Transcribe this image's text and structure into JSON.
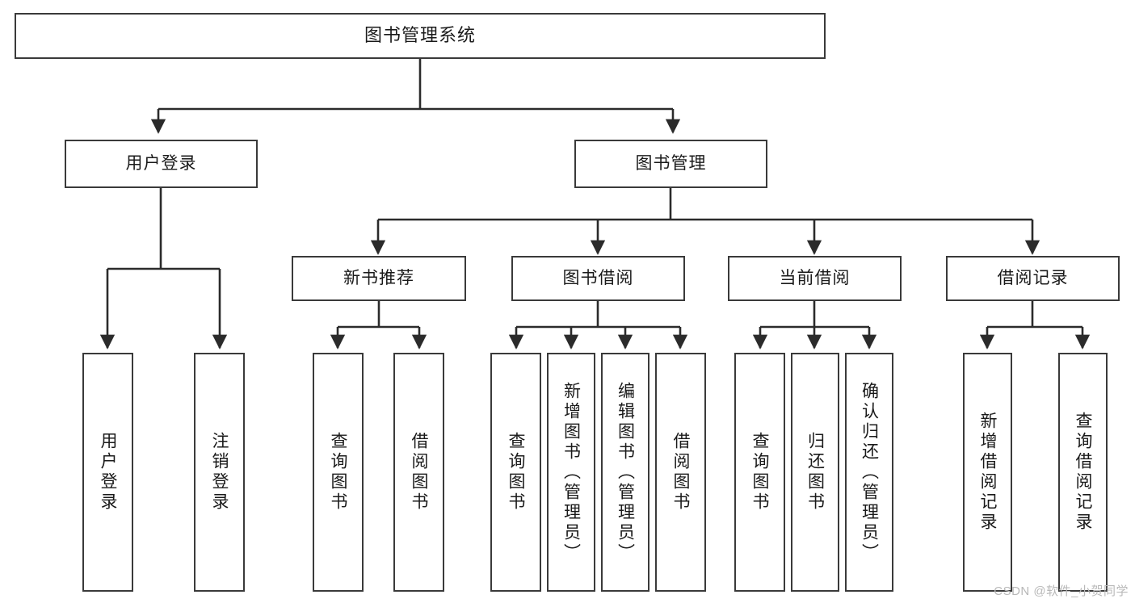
{
  "diagram": {
    "title": "图书管理系统",
    "type": "tree-hierarchy-chart",
    "watermark": "CSDN @软件_小贺同学",
    "colors": {
      "box_stroke": "#3a3a3a",
      "box_fill": "#ffffff",
      "connector": "#2b2b2b",
      "text": "#1a1a1a",
      "watermark": "#b8b8b8",
      "background": "#ffffff"
    },
    "levels": {
      "root": {
        "label": "图书管理系统"
      },
      "level2": [
        {
          "label": "用户登录"
        },
        {
          "label": "图书管理"
        }
      ],
      "level3": [
        {
          "label": "新书推荐"
        },
        {
          "label": "图书借阅"
        },
        {
          "label": "当前借阅"
        },
        {
          "label": "借阅记录"
        }
      ],
      "leaves": {
        "user_login": [
          {
            "label": "用户登录"
          },
          {
            "label": "注销登录"
          }
        ],
        "new_book_recommend": [
          {
            "label": "查询图书"
          },
          {
            "label": "借阅图书"
          }
        ],
        "book_borrow": [
          {
            "label": "查询图书"
          },
          {
            "label": "新增图书（管理员）"
          },
          {
            "label": "编辑图书（管理员）"
          },
          {
            "label": "借阅图书"
          }
        ],
        "current_borrow": [
          {
            "label": "查询图书"
          },
          {
            "label": "归还图书"
          },
          {
            "label": "确认归还（管理员）"
          }
        ],
        "borrow_record": [
          {
            "label": "新增借阅记录"
          },
          {
            "label": "查询借阅记录"
          }
        ]
      }
    }
  }
}
